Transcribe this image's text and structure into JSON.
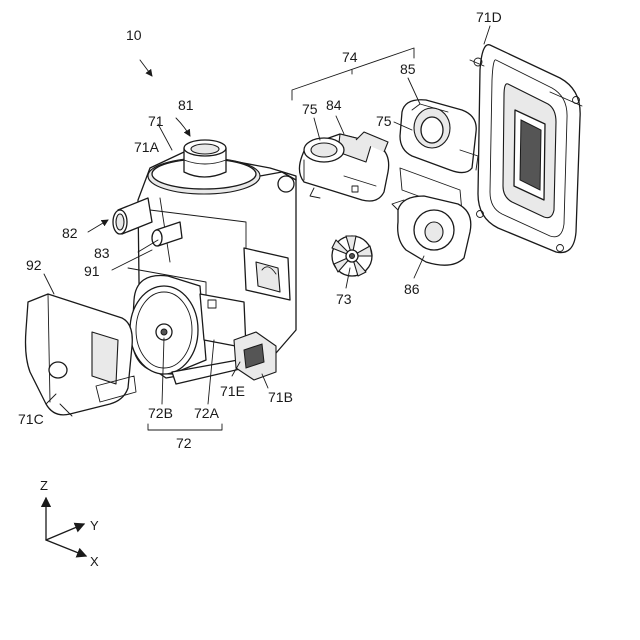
{
  "labels": {
    "assembly": "10",
    "housing": "71",
    "housing_top": "71A",
    "housing_bottom": "71B",
    "housing_side_cover": "71C",
    "housing_back_cover": "71D",
    "housing_wall": "71E",
    "motor": "72",
    "motor_body": "72A",
    "motor_shaft": "72B",
    "impeller": "73",
    "fan_group": "74",
    "fan_casing_left": "75",
    "fan_casing_right": "75",
    "inlet_port": "81",
    "outlet_port": "82",
    "pipe_83": "83",
    "casing_84": "84",
    "casing_85": "85",
    "casing_86": "86",
    "chamber_91": "91",
    "cover_92": "92"
  },
  "axes": {
    "z": "Z",
    "y": "Y",
    "x": "X"
  }
}
